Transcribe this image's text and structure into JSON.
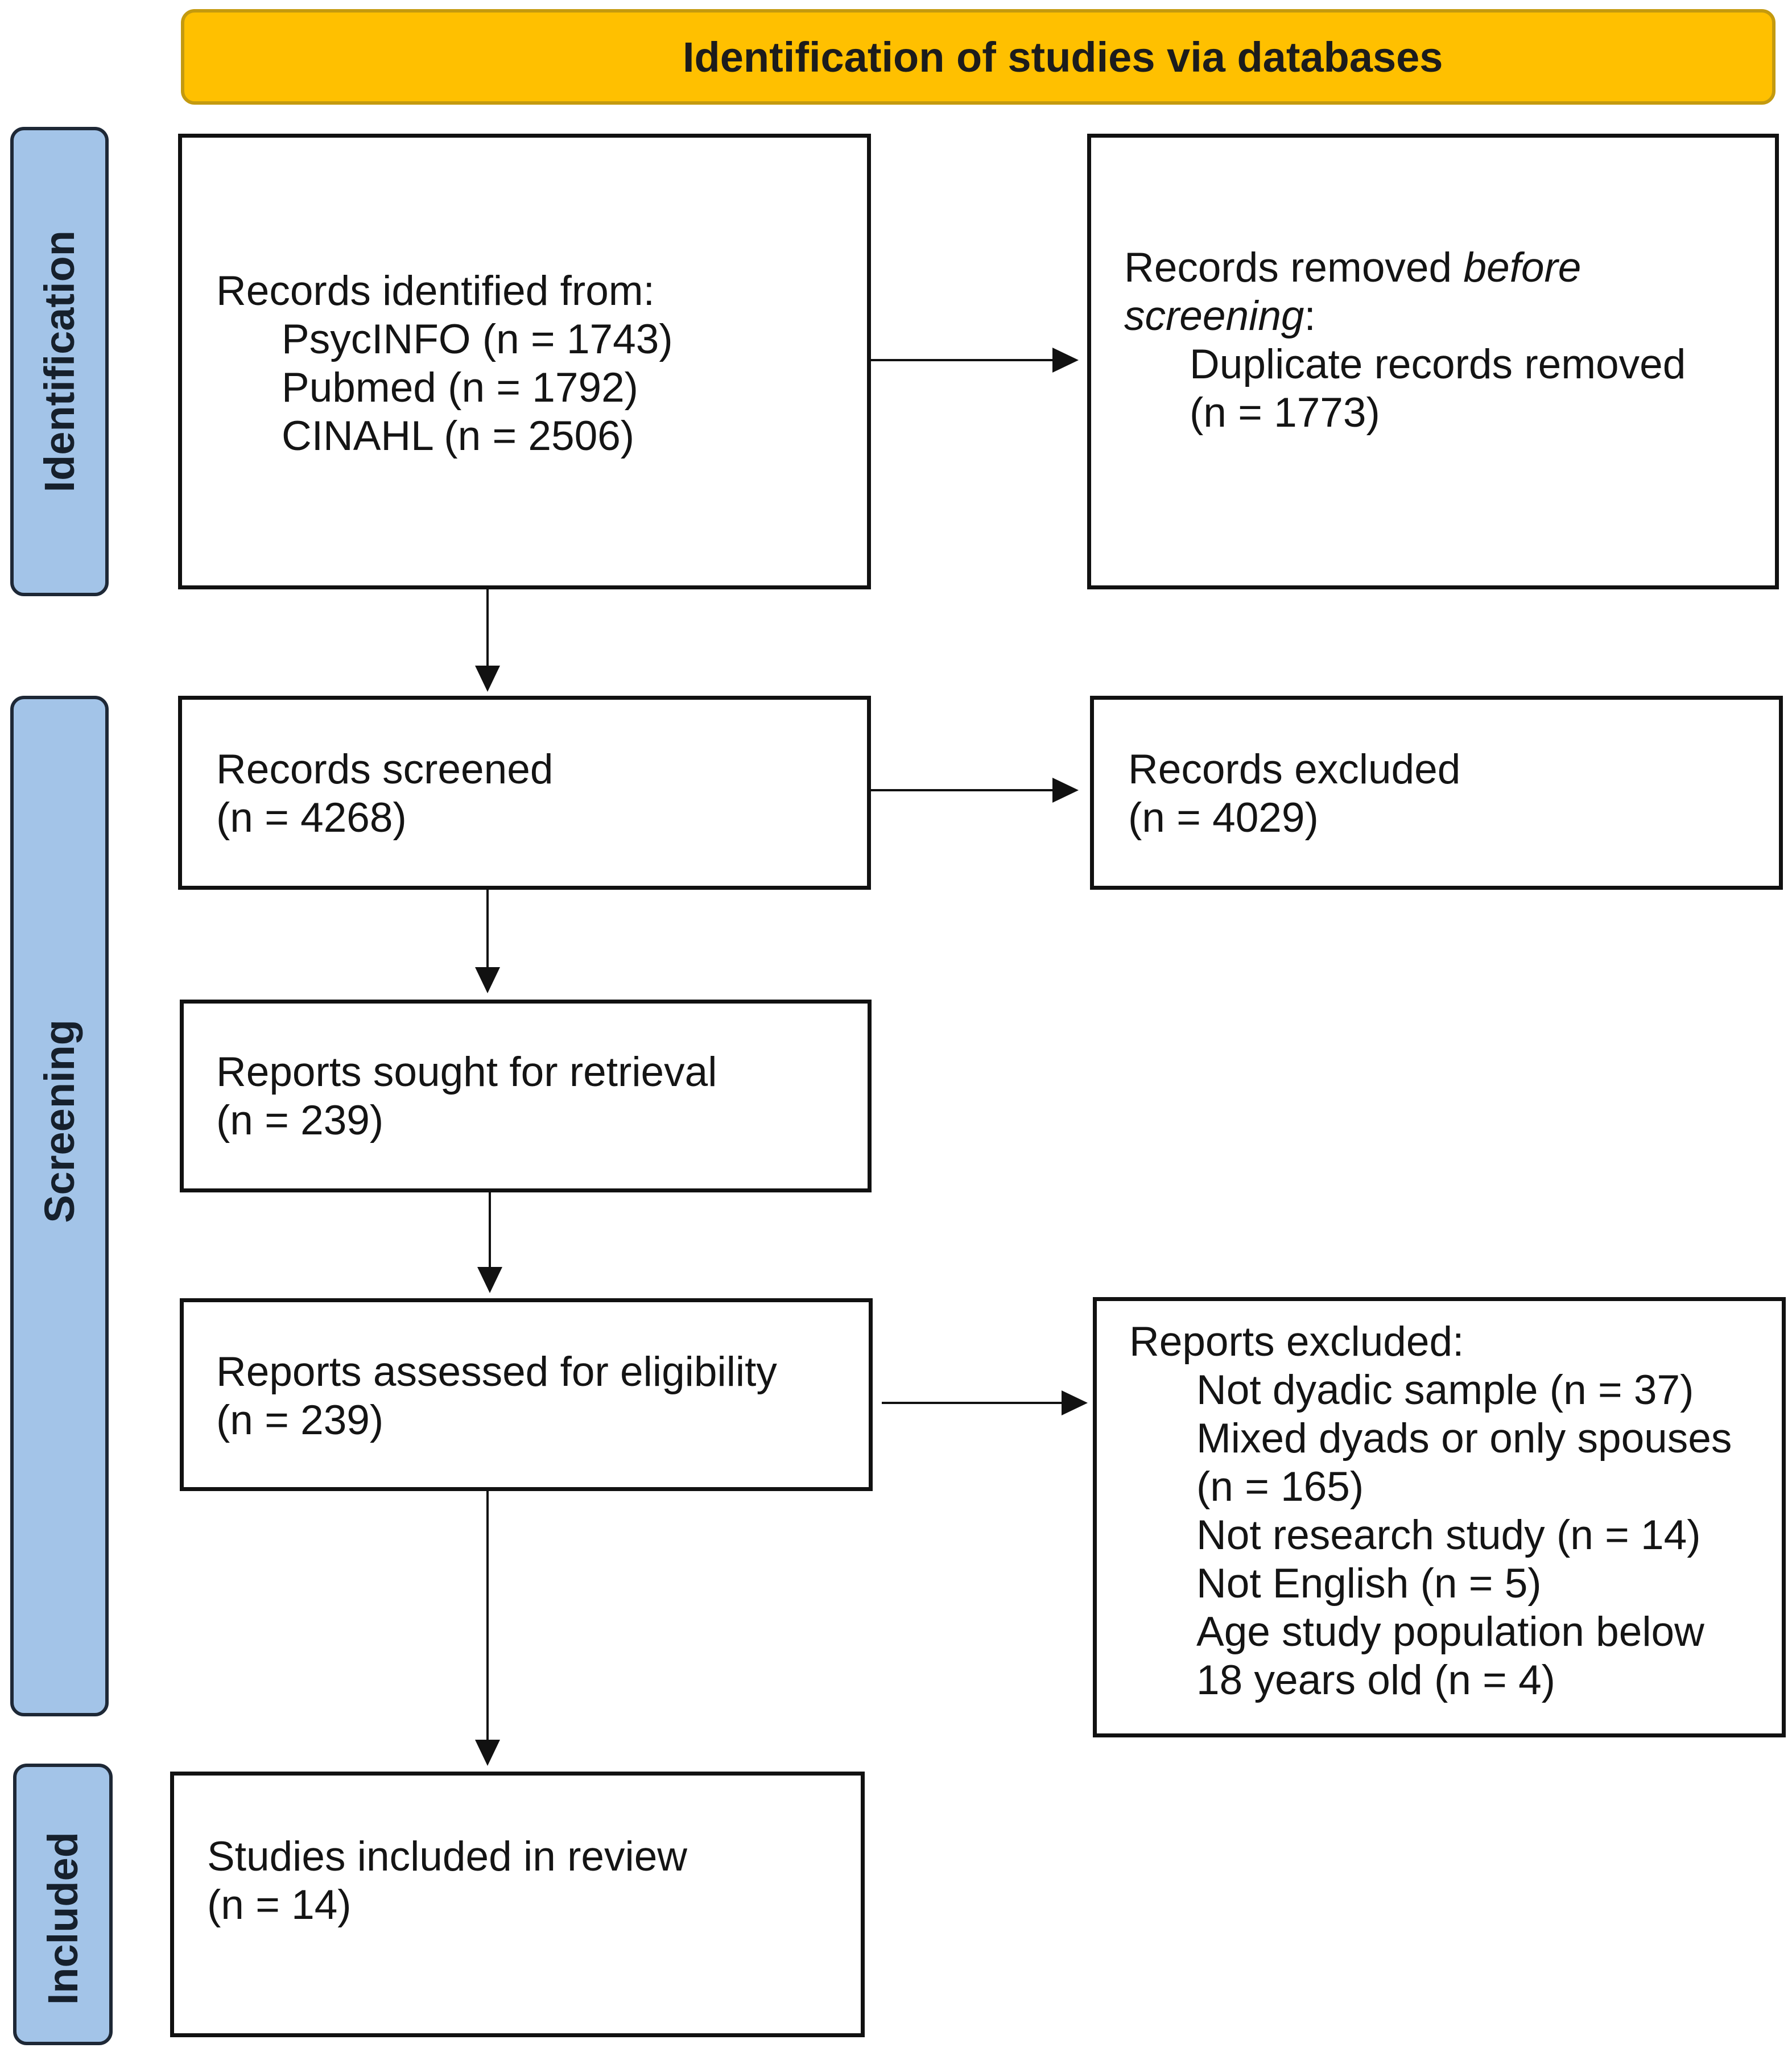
{
  "header": {
    "title": "Identification of studies via databases"
  },
  "phases": {
    "identification": "Identification",
    "screening": "Screening",
    "included": "Included"
  },
  "records_identified": {
    "heading": "Records identified from:",
    "sources": [
      "PsycINFO (n = 1743)",
      "Pubmed (n = 1792)",
      "CINAHL (n = 2506)"
    ]
  },
  "records_removed": {
    "heading_start": "Records removed ",
    "heading_italic_1": "before",
    "heading_italic_2": "screening",
    "heading_end": ":",
    "reason_lines": [
      "Duplicate records removed",
      "(n = 1773)"
    ]
  },
  "records_screened": {
    "label": "Records screened",
    "count": "(n = 4268)"
  },
  "records_excluded": {
    "label": "Records excluded",
    "count": "(n = 4029)"
  },
  "reports_sought": {
    "label": "Reports sought for retrieval",
    "count": "(n = 239)"
  },
  "reports_assessed": {
    "label": "Reports assessed for eligibility",
    "count": "(n = 239)"
  },
  "reports_excluded": {
    "heading": "Reports excluded:",
    "reason_lines": [
      "Not dyadic sample (n = 37)",
      "Mixed dyads or only spouses",
      "(n = 165)",
      "Not research study (n = 14)",
      "Not English (n = 5)",
      "Age study population below",
      "18 years old (n = 4)"
    ]
  },
  "studies_included": {
    "label": "Studies included in review",
    "count": "(n = 14)"
  },
  "colors": {
    "header_fill": "#FFC000",
    "header_border": "#C49A0F",
    "phase_fill": "#A3C4E8",
    "phase_border": "#1E2836",
    "line": "#111111"
  }
}
